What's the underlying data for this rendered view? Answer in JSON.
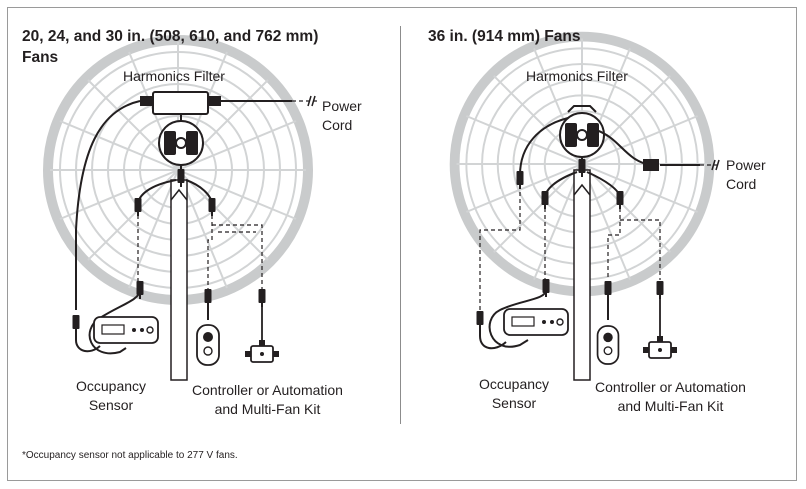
{
  "left_panel": {
    "title_line1": "20, 24, and 30 in. (508, 610, and 762 mm)",
    "title_line2": "Fans",
    "harmonics_filter": "Harmonics Filter",
    "power_cord_line1": "Power",
    "power_cord_line2": "Cord",
    "occupancy_line1": "Occupancy",
    "occupancy_line2": "Sensor",
    "controller_line1": "Controller or Automation",
    "controller_line2": "and Multi-Fan Kit"
  },
  "right_panel": {
    "title": "36 in. (914 mm) Fans",
    "harmonics_filter": "Harmonics Filter",
    "power_cord_line1": "Power",
    "power_cord_line2": "Cord",
    "occupancy_line1": "Occupancy",
    "occupancy_line2": "Sensor",
    "controller_line1": "Controller or Automation",
    "controller_line2": "and Multi-Fan Kit"
  },
  "footnote": "*Occupancy sensor not applicable to 277 V fans.",
  "colors": {
    "fan_guard": "#c9cbcc",
    "cable": "#231f20",
    "border": "#9a9a9a"
  }
}
